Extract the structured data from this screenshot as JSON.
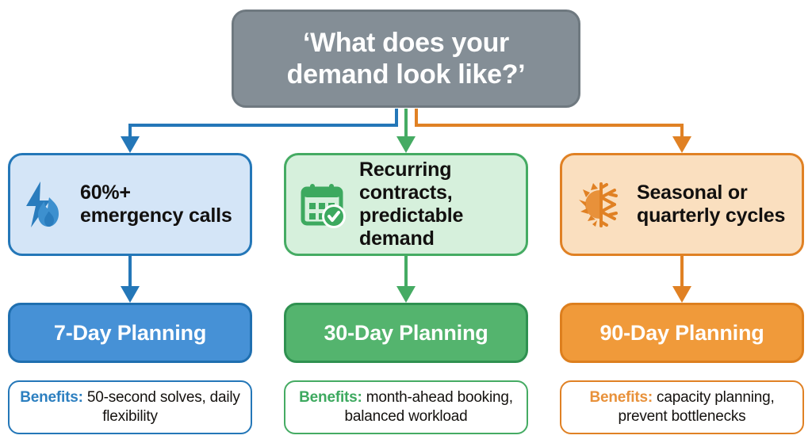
{
  "title": {
    "line1": "‘What does your",
    "line2": "demand look like?’"
  },
  "colors": {
    "title_fill": "#848e96",
    "title_border": "#6f7980",
    "blue": "#2477b8",
    "blue_fill": "#d4e5f7",
    "blue_bar": "#4691d6",
    "green": "#45ab63",
    "green_fill": "#d6f0dc",
    "green_bar": "#54b46e",
    "orange": "#e08124",
    "orange_fill": "#fadfbf",
    "orange_bar": "#f09a3a"
  },
  "columns": [
    {
      "accent": "blue",
      "icon_name": "lightning-flame-icon",
      "signal": "60%+ emergency calls",
      "plan": "7-Day Planning",
      "benefits_label": "Benefits:",
      "benefits_text": " 50-second solves, daily flexibility"
    },
    {
      "accent": "green",
      "icon_name": "calendar-check-icon",
      "signal": "Recurring contracts, predictable demand",
      "plan": "30-Day Planning",
      "benefits_label": "Benefits:",
      "benefits_text": " month-ahead booking, balanced workload"
    },
    {
      "accent": "orange",
      "icon_name": "sun-snowflake-icon",
      "signal": "Seasonal or quarterly cycles",
      "plan": "90-Day Planning",
      "benefits_label": "Benefits:",
      "benefits_text": " capacity planning, prevent bottlenecks"
    }
  ]
}
